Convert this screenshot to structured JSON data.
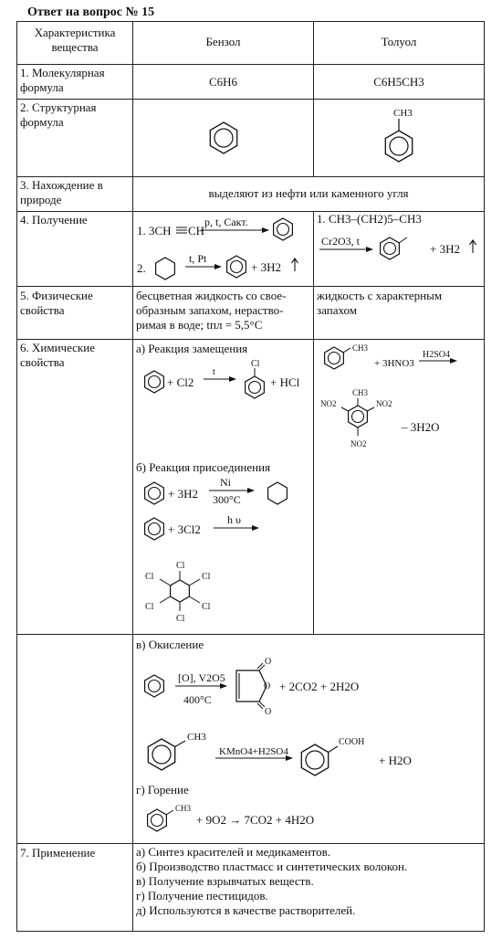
{
  "title": "Ответ на вопрос № 15",
  "header": {
    "characteristic": [
      "Характеристика",
      "вещества"
    ],
    "benzene": "Бензол",
    "toluene": "Толуол"
  },
  "rows": {
    "molecular": {
      "label": [
        "1. Молекулярная",
        "формула"
      ],
      "benzene_formula": "C6H6",
      "toluene_formula": "C6H5CH3"
    },
    "structural": {
      "label": [
        "2. Структурная",
        "формула"
      ],
      "toluene_ch3": "CH3"
    },
    "occurrence": {
      "label": [
        "3. Нахождение в",
        "природе"
      ],
      "text": "выделяют из нефти или каменного угля"
    },
    "production": {
      "label": "4. Получение",
      "b1_prefix": "1. 3CH",
      "b1_right": "CH",
      "b1_cond": "p, t, Cакт.",
      "b2_prefix": "2.",
      "b2_cond": "t, Pt",
      "b2_product": "+ 3H2",
      "t1": "1. CH3–(CH2)5–CH3",
      "t_cond": "Cr2O3, t",
      "t_product": "+ 3H2"
    },
    "physical": {
      "label": [
        "5. Физические",
        "свойства"
      ],
      "benzene": [
        "бесцветная жидкость со свое-",
        "образным запахом, нераство-",
        "римая в воде; tпл = 5,5°C"
      ],
      "toluene": [
        "жидкость с характерным",
        "запахом"
      ]
    },
    "chemical": {
      "label": [
        "6. Химические",
        "свойства"
      ],
      "a_title": "а) Реакция замещения",
      "a_plus": "+ Cl2",
      "a_cond": "t",
      "a_cl": "Cl",
      "a_product": "+ HCl",
      "b_title": "б) Реакция присоединения",
      "b1_plus": "+ 3H2",
      "b1_cond_top": "Ni",
      "b1_cond_bottom": "300°C",
      "b2_plus": "+ 3Cl2",
      "b2_cond": "h υ",
      "hex_cl": "Cl",
      "t_ch3": "CH3",
      "t_plus": "+ 3HNO3",
      "t_cond": "H2SO4",
      "t_no2": "NO2",
      "t_product": "– 3H2O"
    },
    "oxidation": {
      "title": "в) Окисление",
      "cond_top": "[O], V2O5",
      "cond_bottom": "400°C",
      "o": "O",
      "products": "+ 2CO2 + 2H2O",
      "t_ch3": "CH3",
      "t_cond": "KMnO4+H2SO4",
      "t_cooh": "COOH",
      "t_product": "+ H2O",
      "g_title": "г) Горение",
      "g_ch3": "CH3",
      "g_equation": "+ 9O2 → 7CO2 + 4H2O"
    },
    "application": {
      "label": "7. Применение",
      "items": [
        "а) Синтез красителей и медикаментов.",
        "б) Производство пластмасс и синтетических волокон.",
        "в) Получение взрывчатых веществ.",
        "г) Получение пестицидов.",
        "д) Используются в качестве растворителей."
      ]
    }
  }
}
